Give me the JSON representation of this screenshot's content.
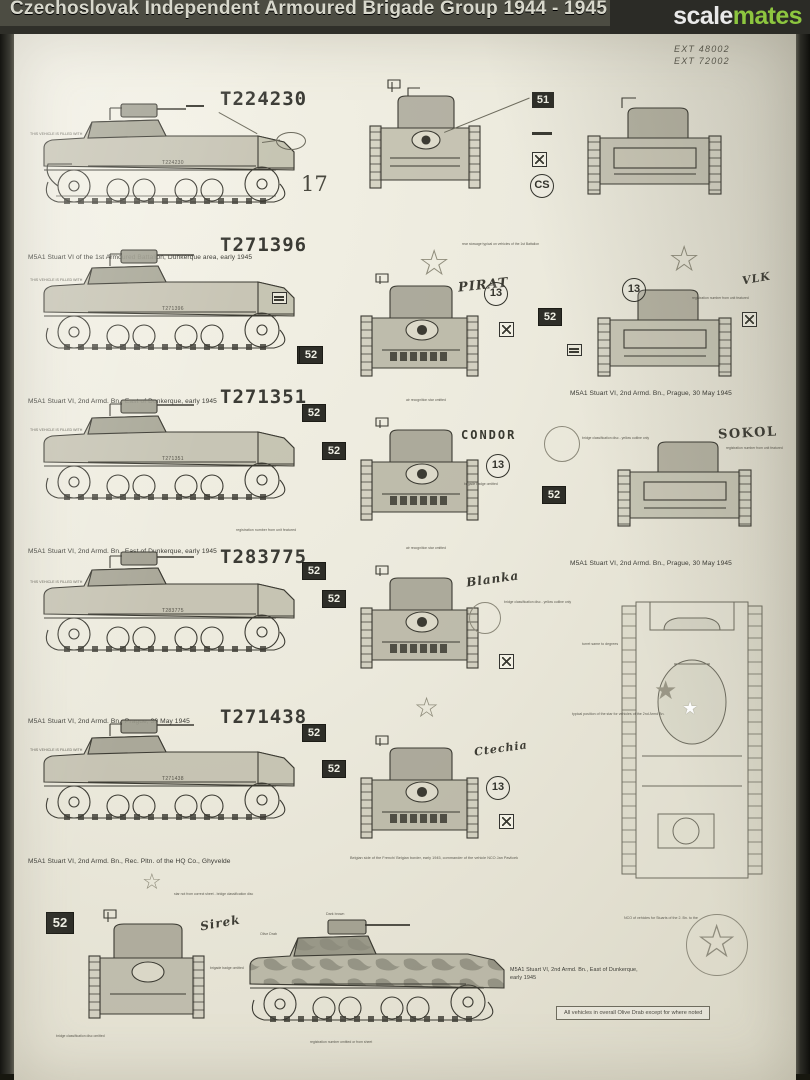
{
  "banner": {
    "box_title": "Czechoslovak Independent Armoured Brigade Group 1944 - 1945",
    "watermark_part1": "scale",
    "watermark_part2": "mates"
  },
  "sheet": {
    "product_codes": [
      "EXT 48002",
      "EXT 72002"
    ],
    "footer_note": "All vehicles in overall Olive Drab except for where noted",
    "profiles": [
      {
        "id": "profile-1",
        "registration": "T224230",
        "caption": "M5A1 Stuart VI of the 1st Armoured Battalion, Dunkerque area, early 1945",
        "hull_number": "T224230",
        "side_marking": "17",
        "note": "THIS VEHICLE IS FILLED WITH"
      },
      {
        "id": "profile-2",
        "registration": "T271396",
        "caption": "M5A1 Stuart VI, 2nd Armd. Bn., East of Dunkerque, early 1945",
        "hull_number": "T271396",
        "badge": "52"
      },
      {
        "id": "profile-3",
        "registration": "T271351",
        "caption": "M5A1 Stuart VI, 2nd Armd. Bn., East of Dunkerque, early 1945",
        "hull_number": "T271351",
        "badge": "52"
      },
      {
        "id": "profile-4",
        "registration": "T283775",
        "caption": "M5A1 Stuart VI, 2nd Armd. Bn., Prague, 30 May 1945",
        "hull_number": "T283775",
        "badge": "52"
      },
      {
        "id": "profile-5",
        "registration": "T271438",
        "caption": "M5A1 Stuart VI, 2nd Armd. Bn., Rec. Pltn. of the HQ Co., Ghyvelde",
        "hull_number": "T271438",
        "badge": "52"
      }
    ],
    "front_views": [
      {
        "id": "front-1",
        "badge_number": "51",
        "note": "rear small typical on vehicle of the 1st Battalion"
      },
      {
        "id": "front-2",
        "vehicle_name": "PIRAT",
        "badge_circle": "13",
        "badge_square": "52"
      },
      {
        "id": "front-3",
        "vehicle_name": "CONDOR",
        "badge_circle": "13",
        "badge_square": "52",
        "note_top": "air recognition star omitted",
        "note_side": "brigade badge omitted"
      },
      {
        "id": "front-4",
        "vehicle_name": "Blanka",
        "badge_square": "52",
        "note_top": "air recognition star omitted",
        "note_side": "bridge classification disc - yellow outline only",
        "registration_note": "registration number from unit featured"
      },
      {
        "id": "front-5",
        "vehicle_name": "Ctechia",
        "badge_circle": "13",
        "badge_square": "52",
        "caption": "Belgian side of the French/ Belgian border, early 1945, commander of the vehicle NCO Jan Pavlicek"
      }
    ],
    "rear_views": [
      {
        "id": "rear-1",
        "note": "rear stowage typical on vehicles of the 1st Battalion"
      },
      {
        "id": "rear-2",
        "badge_circle": "13",
        "badge_square": "52",
        "vehicle_name": "VLK",
        "caption": "M5A1 Stuart VI, 2nd Armd. Bn., Prague, 30 May 1945",
        "note": "registration number from unit featured"
      },
      {
        "id": "rear-3",
        "vehicle_name": "SOKOL",
        "badge_square": "52",
        "caption": "M5A1 Stuart VI, 2nd Armd. Bn., Prague, 30 May 1945",
        "note_side": "registration number from unit featured",
        "note_disc": "bridge classification disc - yellow outline only"
      }
    ],
    "plan_view": {
      "id": "plan-view",
      "caption": "M5A1 Stuart VI, 2nd Armd. Bn., East of Dunkerque,  early 1945",
      "note_top": "turret same to degrees",
      "note_mid": "typical position of the star for vehicles of the 2nd Armd Bn.",
      "note_bottom": "NCO of vehicles for Stuarts of the 2. Bn. to the"
    },
    "bottom_left_view": {
      "id": "bottom-left-view",
      "badge_square": "52",
      "vehicle_name": "Sirek",
      "note_top": "star not from correct sheet - bridge classification disc",
      "note_badge": "brigade badge omitted",
      "note_bottom": "bridge classification disc omitted"
    },
    "camo_view": {
      "id": "camo-view",
      "note_dark": "Dark brown",
      "note_olive": "Olive Drab",
      "note_reg": "registration number omitted or from sheet"
    }
  }
}
